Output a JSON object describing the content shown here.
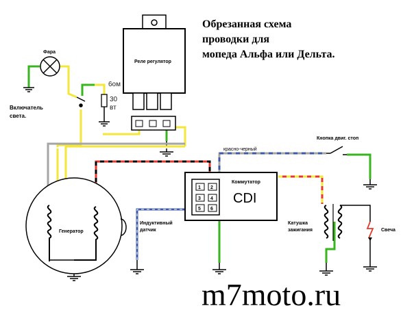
{
  "title_lines": [
    "Обрезанная схема",
    "проводки для",
    "мопеда Альфа или Дельта."
  ],
  "labels": {
    "fara": "Фара",
    "relay": "Реле регулятор",
    "ohm": "6ом",
    "thirty": "30",
    "watt": "вт",
    "switch_line1": "Включатель",
    "switch_line2": "света.",
    "generator": "Генератор",
    "inductive_line1": "Индуктивный",
    "inductive_line2": "датчик",
    "commutator": "Коммутатор",
    "cdi": "CDI",
    "stop_button": "Кнопка двиг. стоп",
    "red_black": "красно-черный",
    "coil_line1": "Катушка",
    "coil_line2": "зажигания",
    "spark": "Свеча",
    "pin1": "1",
    "pin2": "2",
    "pin3": "3",
    "pin4": "4",
    "pin5": "5",
    "pin6": "6"
  },
  "watermark": "m7moto.ru",
  "colors": {
    "green": "#37b51f",
    "yellow": "#f2e73a",
    "red": "#e23a2c",
    "blue": "#3c5aa6",
    "black": "#000000",
    "gray": "#a5a5a5"
  }
}
